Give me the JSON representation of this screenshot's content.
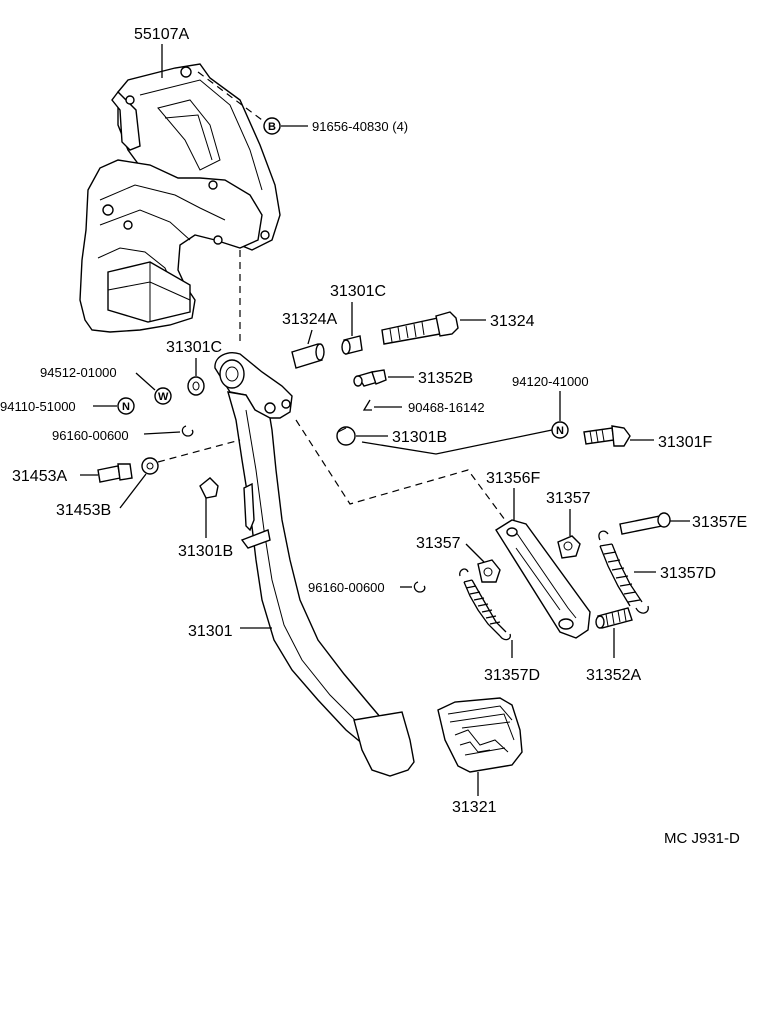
{
  "labels": {
    "l55107a": "55107A",
    "l91656": "91656-40830 (4)",
    "l31301c_top": "31301C",
    "l31324a": "31324A",
    "l31324": "31324",
    "l31301c_left": "31301C",
    "l94512": "94512-01000",
    "l94110": "94110-51000",
    "l96160_left": "96160-00600",
    "l31352b": "31352B",
    "l90468": "90468-16142",
    "l94120": "94120-41000",
    "l31301b_mid": "31301B",
    "l31301f": "31301F",
    "l31453a": "31453A",
    "l31453b": "31453B",
    "l31356f": "31356F",
    "l31357_right": "31357",
    "l31357e": "31357E",
    "l31357_left": "31357",
    "l31357d_right": "31357D",
    "l31301b_low": "31301B",
    "l96160_mid": "96160-00600",
    "l31301": "31301",
    "l31357d_low": "31357D",
    "l31352a": "31352A",
    "l31321": "31321",
    "footer_code": "MC J931-D"
  },
  "symbols": {
    "bolt_b": "B",
    "washer_w": "W",
    "nut_n_left": "N",
    "nut_n_right": "N"
  }
}
